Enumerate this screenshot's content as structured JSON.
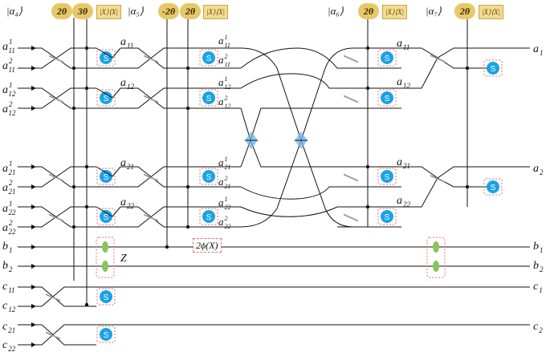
{
  "header": {
    "stage1": {
      "ket": "|α₄⟩",
      "ops": [
        "2θ",
        "3θ"
      ],
      "proj": "|X⟩⟨X|"
    },
    "stage2": {
      "ket": "|α₅⟩",
      "ops": [
        "-2θ",
        "2θ"
      ],
      "proj": "|X⟩⟨X|"
    },
    "stage3": {
      "ket": "|α₆⟩",
      "ops": [
        "2θ"
      ],
      "proj": "|X⟩⟨X|"
    },
    "stage4": {
      "ket": "|α₇⟩",
      "ops": [
        "2θ"
      ],
      "proj": "|X⟩⟨X|"
    }
  },
  "input_labels": {
    "a11_1": {
      "base": "a",
      "sup": "1",
      "sub": "11"
    },
    "a11_2": {
      "base": "a",
      "sup": "2",
      "sub": "11"
    },
    "a12_1": {
      "base": "a",
      "sup": "1",
      "sub": "12"
    },
    "a12_2": {
      "base": "a",
      "sup": "2",
      "sub": "12"
    },
    "a21_1": {
      "base": "a",
      "sup": "1",
      "sub": "21"
    },
    "a21_2": {
      "base": "a",
      "sup": "2",
      "sub": "21"
    },
    "a22_1": {
      "base": "a",
      "sup": "1",
      "sub": "22"
    },
    "a22_2": {
      "base": "a",
      "sup": "2",
      "sub": "22"
    },
    "b1": {
      "base": "b",
      "sub": "1"
    },
    "b2": {
      "base": "b",
      "sub": "2"
    },
    "c11": {
      "base": "c",
      "sub": "11"
    },
    "c12": {
      "base": "c",
      "sub": "12"
    },
    "c21": {
      "base": "c",
      "sub": "21"
    },
    "c22": {
      "base": "c",
      "sub": "22"
    }
  },
  "mid_labels": {
    "a11": {
      "base": "a",
      "sub": "11"
    },
    "a12": {
      "base": "a",
      "sub": "12"
    },
    "a21": {
      "base": "a",
      "sub": "21"
    },
    "a22": {
      "base": "a",
      "sub": "22"
    }
  },
  "output_labels": {
    "a1": {
      "base": "a",
      "sub": "1"
    },
    "a2": {
      "base": "a",
      "sub": "2"
    },
    "b1": {
      "base": "b",
      "sub": "1"
    },
    "b2": {
      "base": "b",
      "sub": "2"
    },
    "c1": {
      "base": "c",
      "sub": "1"
    },
    "c2": {
      "base": "c",
      "sub": "2"
    }
  },
  "gates": {
    "switch_label": "S",
    "z_label": "Z",
    "phase_label": "2ϕ(X)"
  },
  "colors": {
    "switch": "#1aa3e6",
    "gold": "#e7c869",
    "beam_splitter": "#9a9a9a",
    "crossing": "#6fb3e8",
    "z_phase": "#8cc35a",
    "dashed_box": "#e07070",
    "line": "#111111"
  }
}
